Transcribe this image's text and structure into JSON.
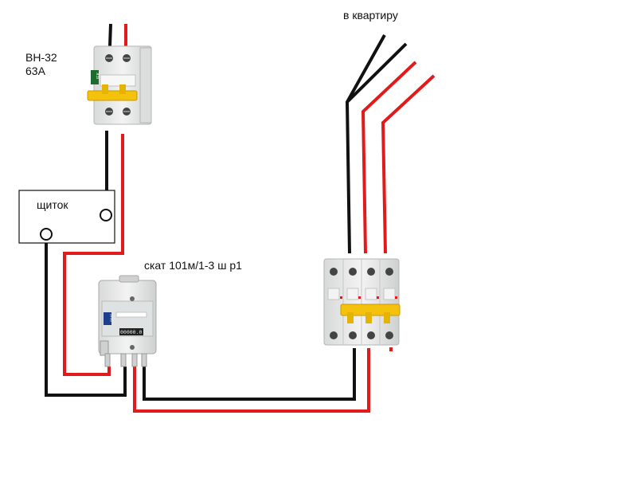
{
  "labels": {
    "breaker_model": "ВН-32",
    "breaker_rating": "63А",
    "to_apartment": "в квартиру",
    "panel": "щиток",
    "meter": "скат 101м/1-3 ш р1"
  },
  "devices": {
    "breaker_brand": "IEK",
    "meter_brand": "SKAT",
    "meter_display": "00000.0"
  },
  "colors": {
    "phase": "#e11b1b",
    "neutral": "#111111",
    "module_body": "#e9eaea",
    "lever": "#f4c20d"
  }
}
